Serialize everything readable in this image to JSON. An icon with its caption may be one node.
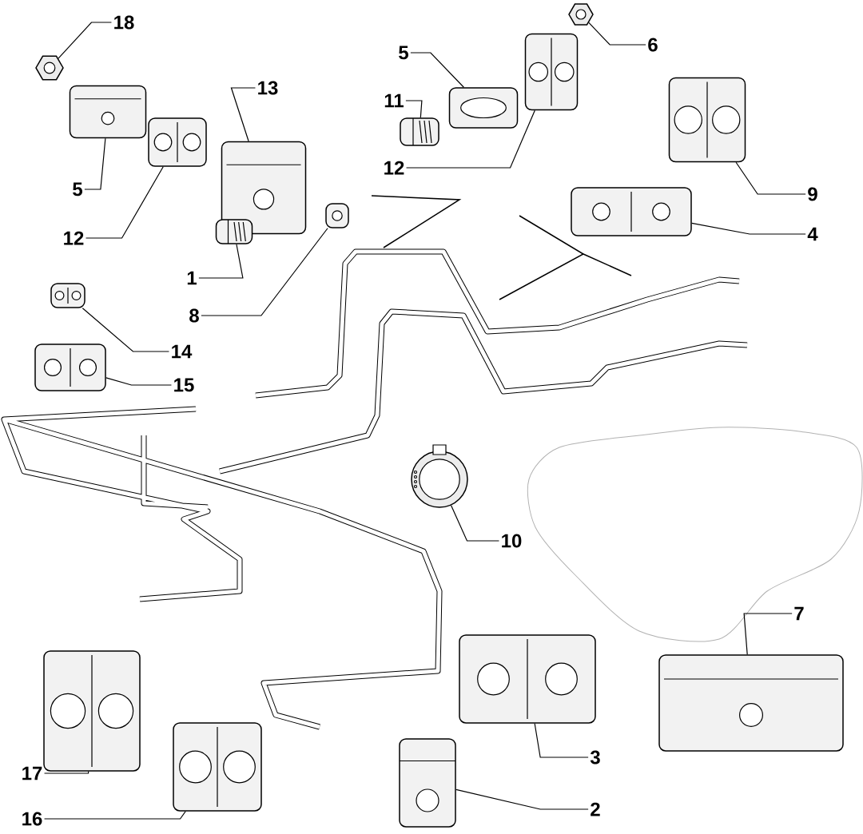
{
  "diagram": {
    "nodes": [
      {
        "text": [
          "18"
        ]
      },
      {
        "text": [],
        "shape": "picture"
      },
      {
        "text": [
          "5"
        ]
      },
      {
        "text": [],
        "shape": "picture"
      },
      {
        "text": [
          "12"
        ]
      },
      {
        "text": [],
        "shape": "picture"
      },
      {
        "text": [
          "13"
        ]
      },
      {
        "text": [],
        "shape": "picture"
      },
      {
        "text": [
          "1"
        ]
      },
      {
        "text": [],
        "shape": "picture"
      },
      {
        "text": [
          "8"
        ]
      },
      {
        "text": [],
        "shape": "picture"
      },
      {
        "text": [
          "14"
        ]
      },
      {
        "text": [],
        "shape": "picture"
      },
      {
        "text": [
          "15"
        ]
      },
      {
        "text": [],
        "shape": "picture"
      },
      {
        "text": [
          "5"
        ]
      },
      {
        "text": [],
        "shape": "picture"
      },
      {
        "text": [
          "11"
        ]
      },
      {
        "text": [],
        "shape": "picture"
      },
      {
        "text": [
          "12"
        ]
      },
      {
        "text": [],
        "shape": "picture"
      },
      {
        "text": [
          "6"
        ]
      },
      {
        "text": [],
        "shape": "picture"
      },
      {
        "text": [
          "9"
        ]
      },
      {
        "text": [],
        "shape": "picture"
      },
      {
        "text": [
          "4"
        ]
      },
      {
        "text": [],
        "shape": "picture"
      },
      {
        "text": [
          "10"
        ]
      },
      {
        "text": [],
        "shape": "picture"
      },
      {
        "text": [
          "7"
        ]
      },
      {
        "text": [],
        "shape": "picture"
      },
      {
        "text": [
          "3"
        ]
      },
      {
        "text": [],
        "shape": "picture"
      },
      {
        "text": [
          "2"
        ]
      },
      {
        "text": [],
        "shape": "picture"
      },
      {
        "text": [
          "17"
        ]
      },
      {
        "text": [],
        "shape": "picture"
      },
      {
        "text": [
          "16"
        ]
      },
      {
        "text": [],
        "shape": "picture"
      }
    ],
    "edges": [
      {
        "from": 0,
        "to": 1,
        "arrow": "none"
      },
      {
        "from": 2,
        "to": 3,
        "arrow": "none"
      },
      {
        "from": 4,
        "to": 5,
        "arrow": "none"
      },
      {
        "from": 6,
        "to": 7,
        "arrow": "none"
      },
      {
        "from": 8,
        "to": 9,
        "arrow": "none"
      },
      {
        "from": 10,
        "to": 11,
        "arrow": "none"
      },
      {
        "from": 12,
        "to": 13,
        "arrow": "none"
      },
      {
        "from": 14,
        "to": 15,
        "arrow": "none"
      },
      {
        "from": 16,
        "to": 17,
        "arrow": "none"
      },
      {
        "from": 18,
        "to": 19,
        "arrow": "none"
      },
      {
        "from": 20,
        "to": 21,
        "arrow": "none"
      },
      {
        "from": 22,
        "to": 23,
        "arrow": "none"
      },
      {
        "from": 24,
        "to": 25,
        "arrow": "none"
      },
      {
        "from": 26,
        "to": 27,
        "arrow": "none"
      },
      {
        "from": 28,
        "to": 29,
        "arrow": "none"
      },
      {
        "from": 30,
        "to": 31,
        "arrow": "none"
      },
      {
        "from": 32,
        "to": 33,
        "arrow": "none"
      },
      {
        "from": 34,
        "to": 35,
        "arrow": "none"
      },
      {
        "from": 36,
        "to": 37,
        "arrow": "none"
      },
      {
        "from": 38,
        "to": 39,
        "arrow": "none"
      }
    ]
  }
}
